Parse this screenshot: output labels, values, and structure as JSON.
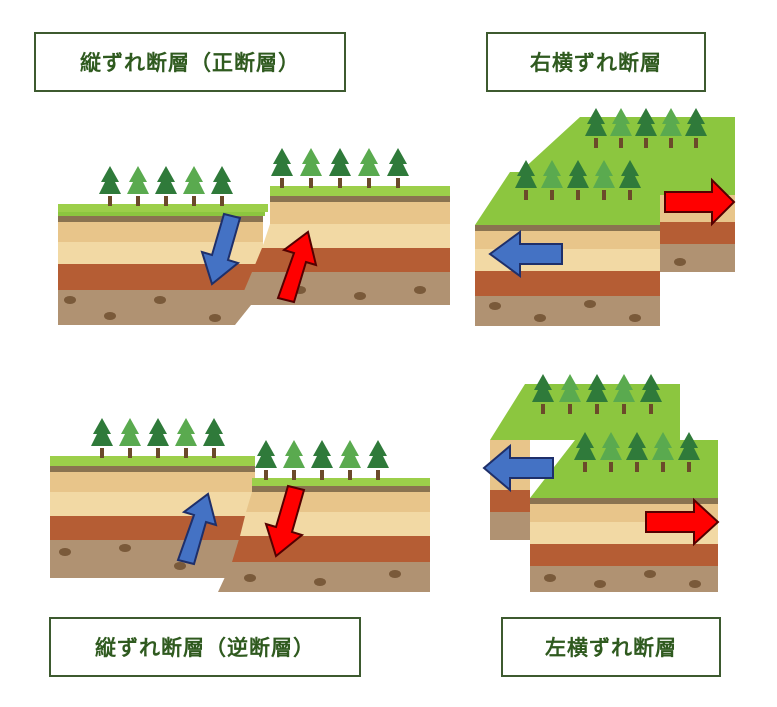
{
  "labels": {
    "normal_fault": "縦ずれ断層（正断層）",
    "right_lateral_fault": "右横ずれ断層",
    "reverse_fault": "縦ずれ断層（逆断層）",
    "left_lateral_fault": "左横ずれ断層"
  },
  "colors": {
    "grass": "#8cc63f",
    "grass_dark": "#6fa832",
    "soil_top": "#8a7350",
    "layer_tan": "#e8c58a",
    "layer_light": "#f2d9a4",
    "layer_orange": "#dca25c",
    "layer_brown": "#b55d34",
    "bedrock": "#b09272",
    "rock": "#7a5a3a",
    "tree_dark": "#2f7a3a",
    "tree_light": "#4fa050",
    "arrow_red": "#ff0000",
    "arrow_blue": "#4472c4",
    "label_border": "#3d5a2f",
    "label_text": "#2f5a1f"
  },
  "icons": [
    "tree-icon",
    "red-arrow-icon",
    "blue-arrow-icon"
  ]
}
